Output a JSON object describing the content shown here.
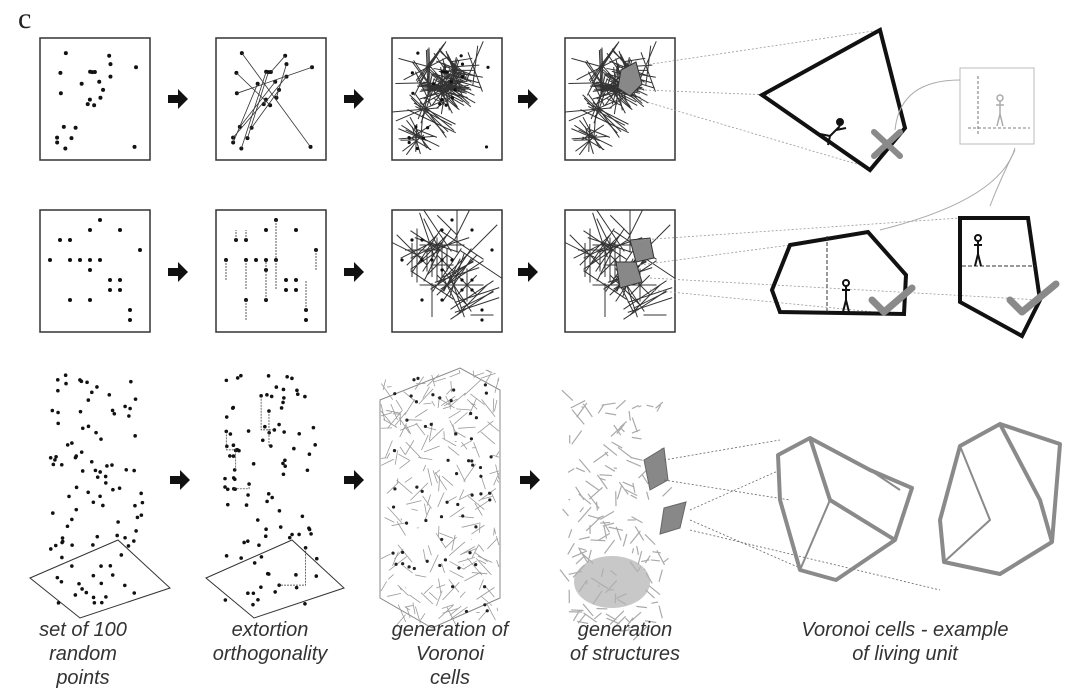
{
  "panel_label": "c",
  "captions": [
    "set of 100\nrandom\npoints",
    "extortion\northogonality",
    "generation of\nVoronoi\ncells",
    "generation\nof structures",
    "Voronoi cells - example\nof living unit"
  ],
  "colors": {
    "ink": "#222222",
    "fill": "#888888",
    "light": "#b9b9b9",
    "bad": "#8a8a8a"
  },
  "icons": {
    "arrow": "right-arrow-icon",
    "reject": "cross-mark-icon",
    "accept": "check-mark-icon",
    "person": "human-figure-icon"
  }
}
